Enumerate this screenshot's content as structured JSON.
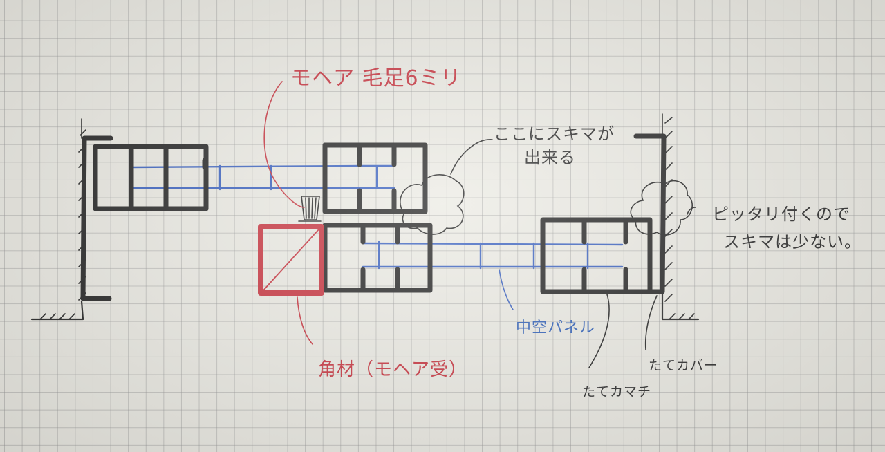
{
  "labels": {
    "mohair": "モヘア 毛足6ミリ",
    "gap_here_line1": "ここにスキマが",
    "gap_here_line2": "出来る",
    "tight_line1": "ピッタリ付くので",
    "tight_line2": "スキマは少ない。",
    "hollow_panel": "中空パネル",
    "square_bar": "角材（モヘア受）",
    "vertical_frame": "たてカマチ",
    "vertical_cover": "たてカバー"
  },
  "colors": {
    "ink_black": "#262626",
    "ink_red": "#c8343f",
    "ink_blue": "#3b62c0",
    "paper": "#ecebe4",
    "grid": "#9a9a9a"
  }
}
